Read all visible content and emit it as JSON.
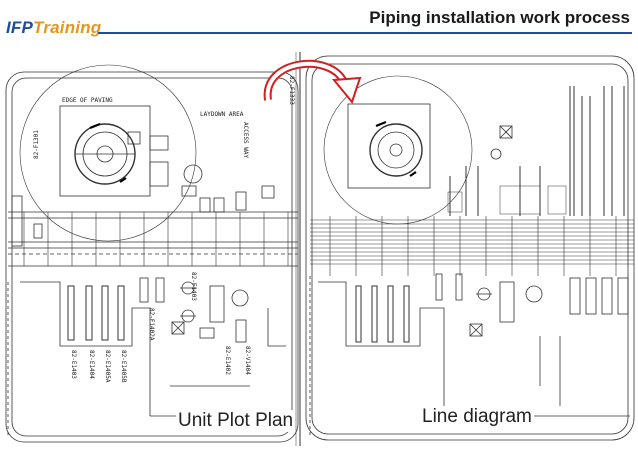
{
  "header": {
    "logo_ifp": "IFP",
    "logo_training": "Training",
    "title": "Piping installation work process"
  },
  "captions": {
    "left": "Unit Plot Plan",
    "right": "Line diagram"
  },
  "plot_plan_labels": {
    "tank": "82-F1301",
    "laydown": "LAYDOWN AREA",
    "edge_paving": "EDGE OF PAVING",
    "access_way": "ACCESS WAY",
    "eq1": "82-F1402A",
    "eq2": "82-F1403",
    "eq3": "82-E1402",
    "eq4": "82-E1403",
    "eq5": "82-E1404",
    "eq6": "82-E1405A",
    "eq7": "82-E1405B",
    "eq8": "82-V1404",
    "top_ref": "82-F1333"
  },
  "colors": {
    "arrow": "#d21f1f",
    "brand_blue": "#1f4e9a",
    "brand_orange": "#e8951c"
  }
}
